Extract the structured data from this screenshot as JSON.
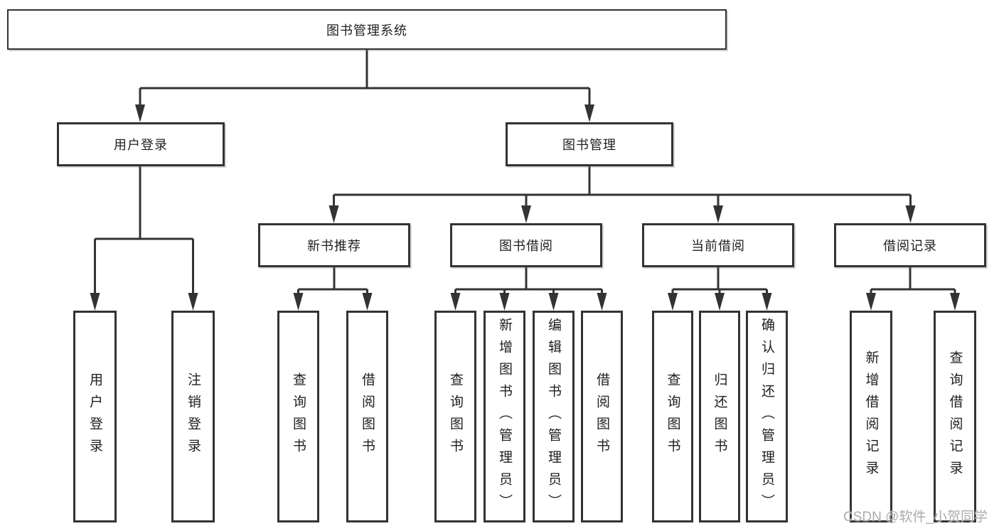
{
  "diagram": {
    "root": "图书管理系统",
    "branches": [
      {
        "label": "用户登录",
        "children": [
          "用户登录",
          "注销登录"
        ]
      },
      {
        "label": "图书管理",
        "sections": [
          {
            "label": "新书推荐",
            "children": [
              "查询图书",
              "借阅图书"
            ]
          },
          {
            "label": "图书借阅",
            "children": [
              "查询图书",
              "新增图书（管理员）",
              "编辑图书（管理员）",
              "借阅图书"
            ]
          },
          {
            "label": "当前借阅",
            "children": [
              "查询图书",
              "归还图书",
              "确认归还（管理员）"
            ]
          },
          {
            "label": "借阅记录",
            "children": [
              "新增借阅记录",
              "查询借阅记录"
            ]
          }
        ]
      }
    ]
  },
  "watermark": {
    "text": "CSDN @软件_小贺同学"
  },
  "colors": {
    "line": "#333333",
    "box_border": "#333333",
    "text": "#1f1f1f",
    "watermark": "#ababab",
    "background": "#ffffff"
  }
}
